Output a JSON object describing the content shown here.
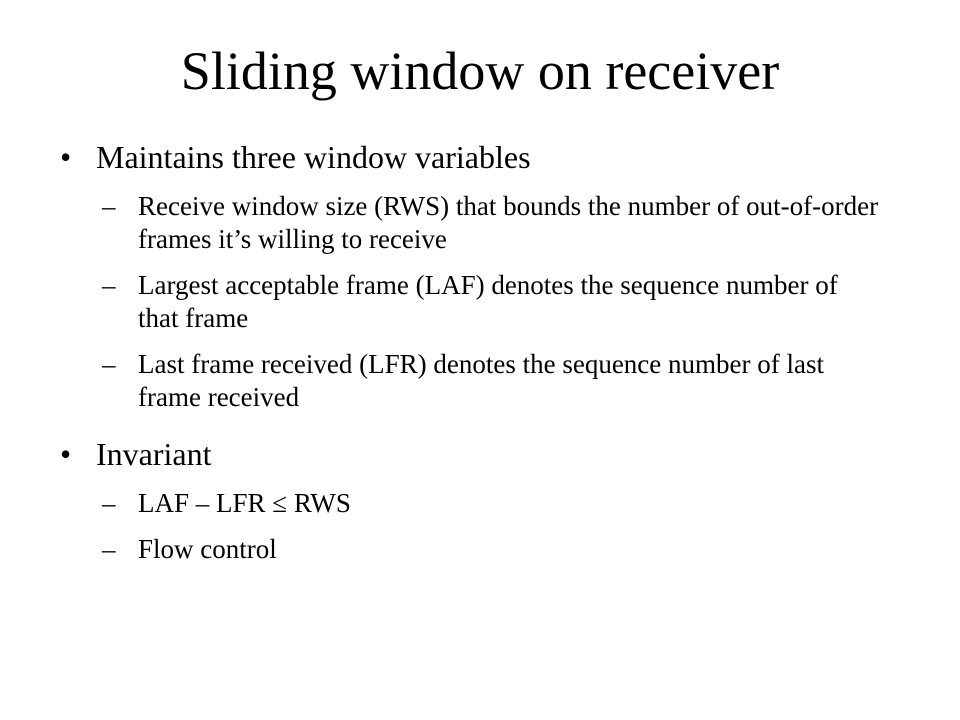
{
  "slide": {
    "title": "Sliding window on receiver",
    "bullet_symbol": "•",
    "dash_symbol": "–",
    "items": [
      {
        "text": "Maintains three window variables",
        "subitems": [
          "Receive window size (RWS) that bounds the number of out-of-order frames it’s willing to receive",
          "Largest acceptable frame (LAF) denotes the sequence number of that frame",
          "Last frame received (LFR) denotes the sequence number of last frame received"
        ]
      },
      {
        "text": "Invariant",
        "subitems": [
          "LAF – LFR ≤ RWS",
          "Flow control"
        ]
      }
    ]
  }
}
